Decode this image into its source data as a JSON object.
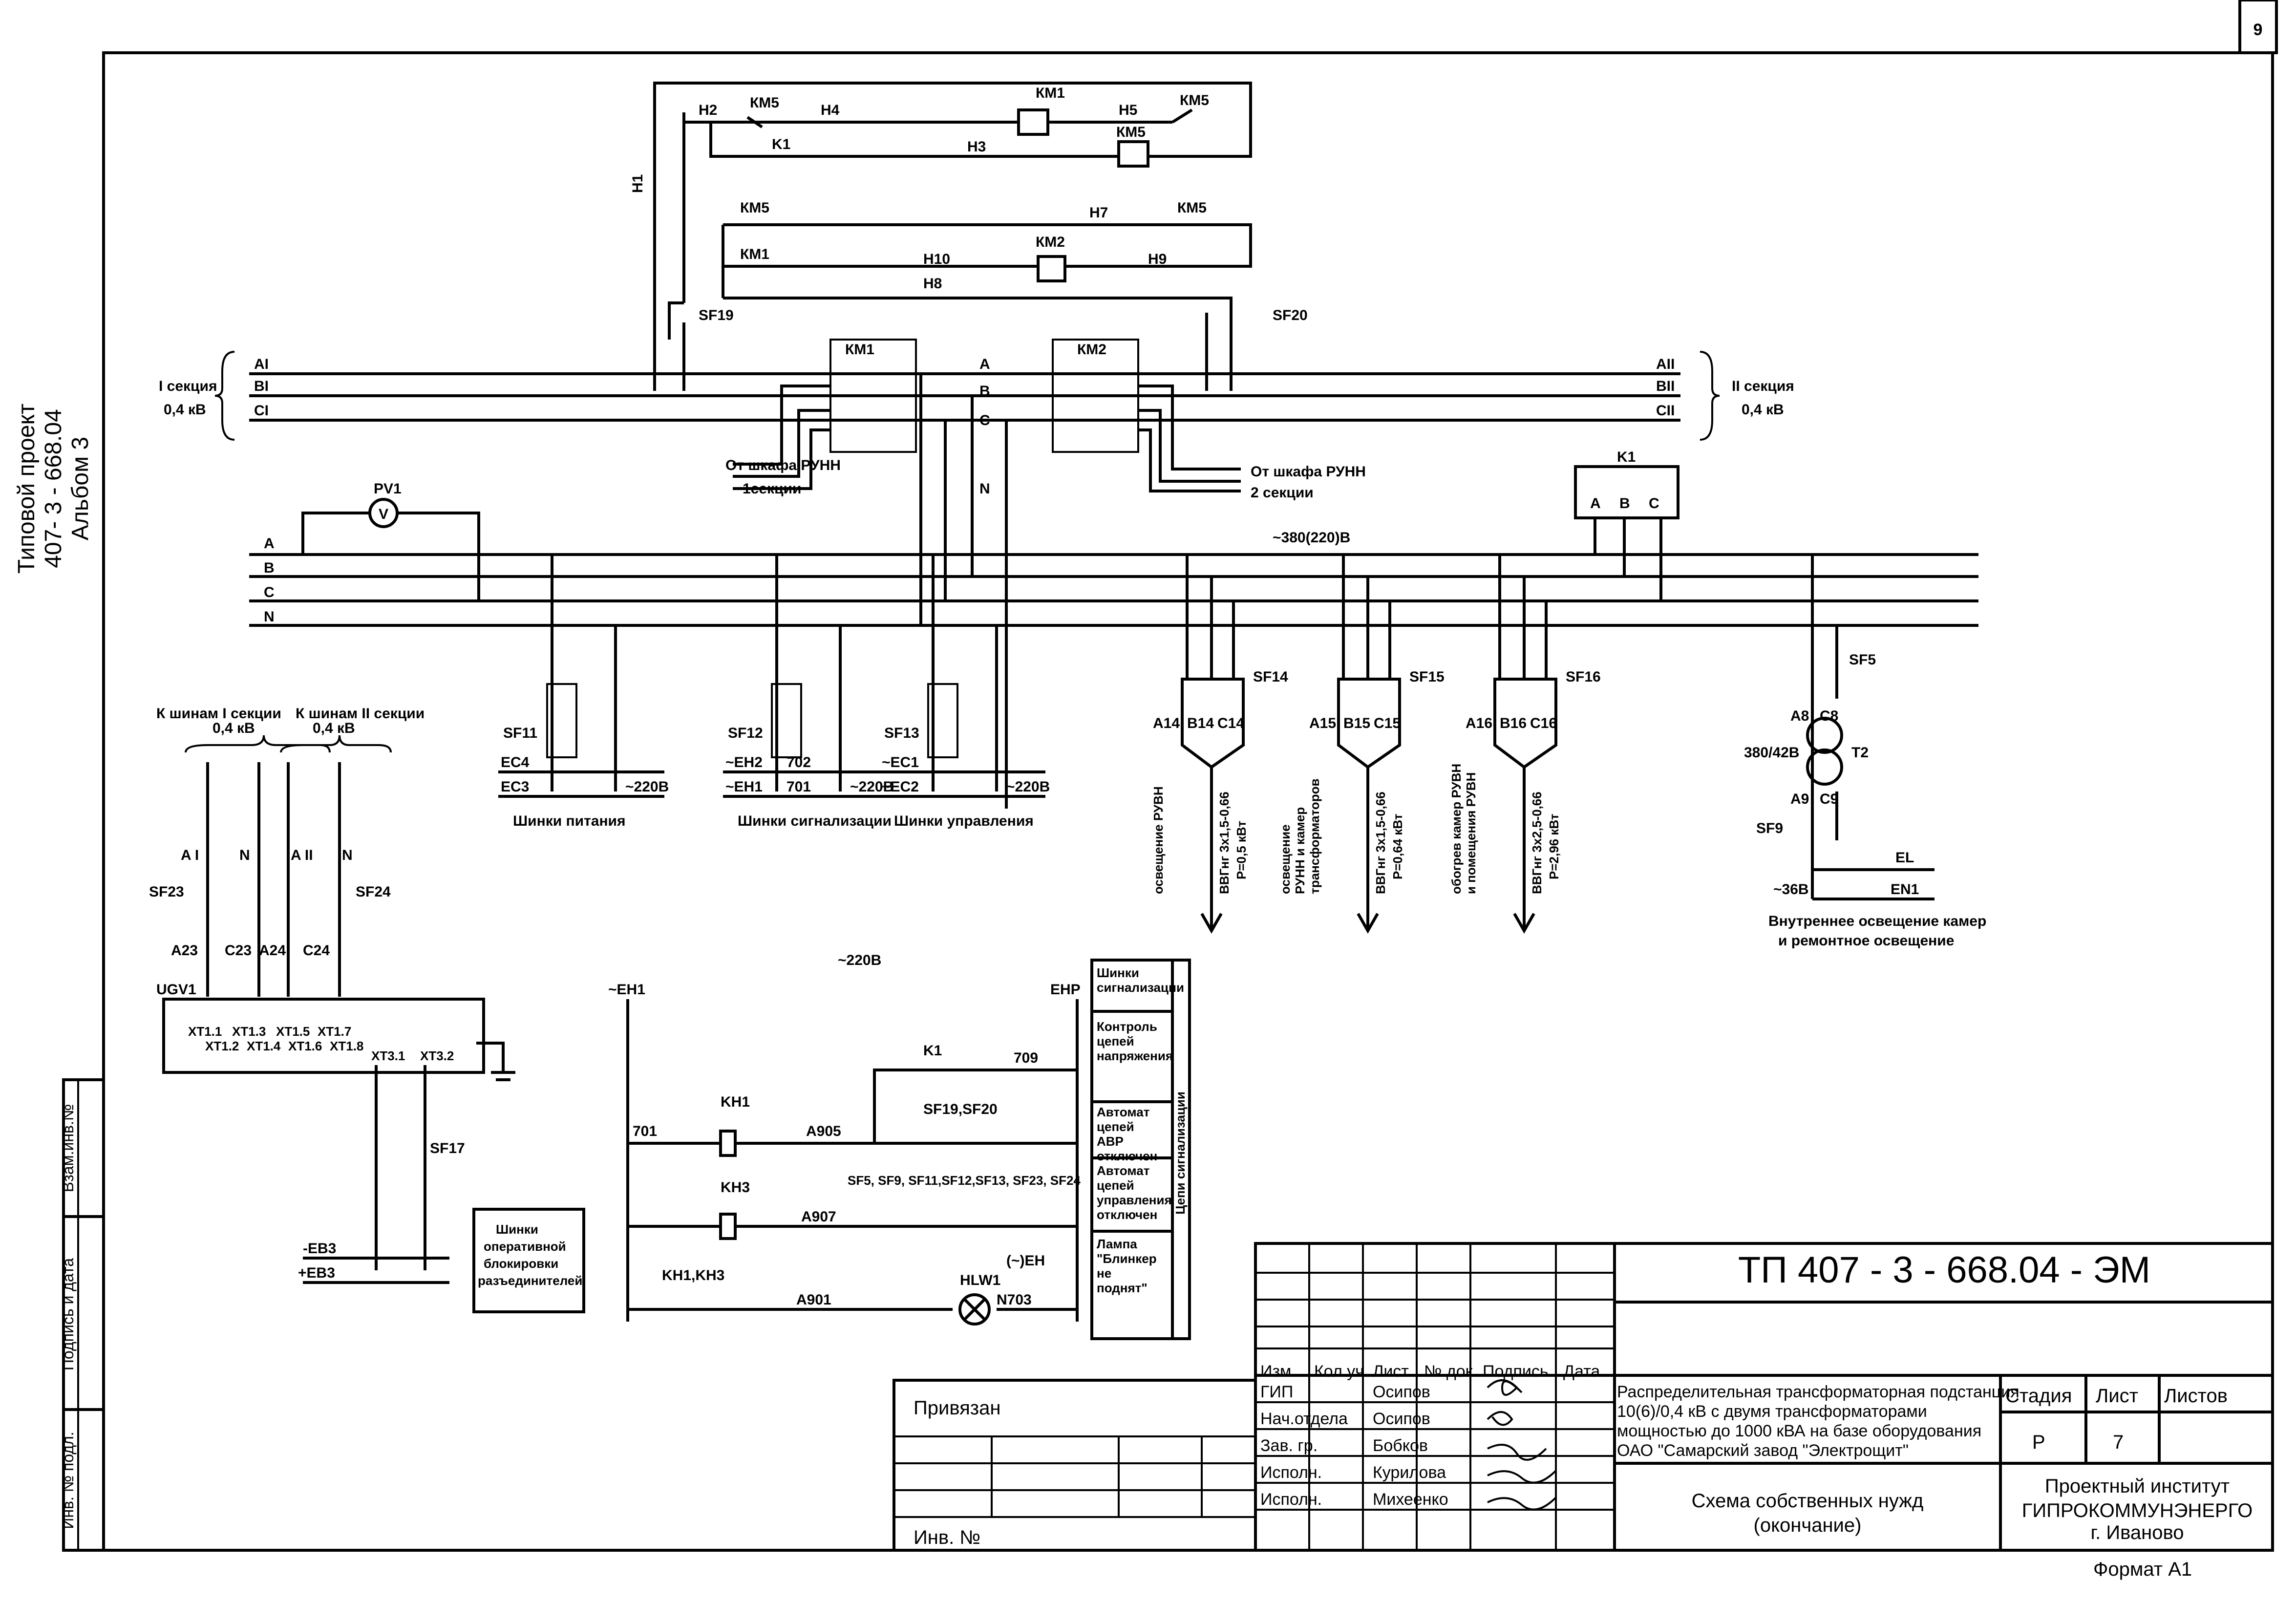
{
  "page_number": "9",
  "side_stamp": {
    "line1": "Типовой проект",
    "line2": "407- 3 - 668.04",
    "line3": "Альбом 3"
  },
  "left_strip": [
    "Взам.инв.№",
    "Подпись и дата",
    "Инв. № подл."
  ],
  "sections": {
    "left_title": "I секция",
    "left_voltage": "0,4 кВ",
    "right_title": "II секция",
    "right_voltage": "0,4 кВ",
    "left_phases": [
      "AI",
      "BI",
      "CI"
    ],
    "right_phases": [
      "AII",
      "BII",
      "CII"
    ],
    "from_left_1": "От шкафа РУНН",
    "from_left_2": "1секции",
    "from_right_1": "От шкафа РУНН",
    "from_right_2": "2 секции"
  },
  "control": {
    "chain_labels": [
      "H1",
      "H2",
      "H3",
      "H4",
      "H5",
      "H7",
      "H8",
      "H9",
      "H10"
    ],
    "km1": "КМ1",
    "km2": "КМ2",
    "km5": "КМ5",
    "k1": "K1",
    "sf19": "SF19",
    "sf20": "SF20"
  },
  "busbar": {
    "phases": [
      "A",
      "B",
      "C",
      "N"
    ],
    "voltage": "~380(220)B",
    "pv1": "PV1",
    "k1": "K1",
    "k1_terms": [
      "A",
      "B",
      "C"
    ],
    "mid_labels": [
      "A",
      "B",
      "C",
      "N"
    ]
  },
  "feeders": [
    {
      "sw": "SF14",
      "outs": [
        "A14",
        "B14",
        "C14"
      ],
      "desc1": "освещение РУВН",
      "desc2": "",
      "desc3": "",
      "cable": "ВВГнг 3х1,5-0,66",
      "power": "P=0,5 кВт"
    },
    {
      "sw": "SF15",
      "outs": [
        "A15",
        "B15",
        "C15"
      ],
      "desc1": "освещение",
      "desc2": "РУНН и камер",
      "desc3": "трансформаторов",
      "cable": "ВВГнг 3х1,5-0,66",
      "power": "P=0,64 кВт"
    },
    {
      "sw": "SF16",
      "outs": [
        "A16",
        "B16",
        "C16"
      ],
      "desc1": "обогрев камер РУВН",
      "desc2": "и помещения РУВН",
      "desc3": "",
      "cable": "ВВГнг 3х2,5-0,66",
      "power": "P=2,96 кВт"
    }
  ],
  "sf5_block": {
    "sw": "SF5",
    "a": "A8",
    "c": "C8",
    "tr_ratio": "380/42B",
    "tr": "T2",
    "a2": "A9",
    "c2": "C9",
    "sw2": "SF9",
    "el": "EL",
    "en1": "EN1",
    "v": "~36B",
    "caption1": "Внутреннее освещение камер",
    "caption2": "и ремонтное освещение"
  },
  "buses": [
    {
      "sw": "SF11",
      "l1": "EC4",
      "l2": "EC3",
      "v": "~220B",
      "caption": "Шинки питания"
    },
    {
      "sw": "SF12",
      "l1": "~EH2",
      "l1n": "702",
      "l2": "~EH1",
      "l2n": "701",
      "v": "~220B",
      "caption": "Шинки сигнализации"
    },
    {
      "sw": "SF13",
      "l1": "~EC1",
      "l2": "~EC2",
      "v": "~220B",
      "caption": "Шинки управления"
    }
  ],
  "ugv": {
    "head1": "К шинам I секции",
    "head1v": "0,4 кВ",
    "head2": "К шинам II секции",
    "head2v": "0,4 кВ",
    "ai": "A I",
    "n1": "N",
    "aii": "A II",
    "n2": "N",
    "sf23": "SF23",
    "sf24": "SF24",
    "wires": [
      "A23",
      "C23",
      "A24",
      "C24"
    ],
    "name": "UGV1",
    "terms": [
      "XT1.1",
      "XT1.2",
      "XT1.3",
      "XT1.4",
      "XT1.5",
      "XT1.6",
      "XT1.7",
      "XT1.8",
      "XT3.1",
      "XT3.2"
    ],
    "sf17": "SF17",
    "eb3m": "-EB3",
    "eb3p": "+EB3",
    "note": [
      "Шинки",
      "оперативной",
      "блокировки",
      "разъединителей"
    ]
  },
  "signal": {
    "v": "~220B",
    "eh1": "~EH1",
    "ehp": "EHP",
    "k1": "K1",
    "n709": "709",
    "n701": "701",
    "kh1": "KH1",
    "a905": "A905",
    "sf1920": "SF19,SF20",
    "kh3": "KH3",
    "a907": "A907",
    "sf_list": "SF5, SF9, SF11,SF12,SF13, SF23, SF24",
    "kh13": "KH1,KH3",
    "a901": "A901",
    "hlw1": "HLW1",
    "n703": "N703",
    "eh": "(~)EH"
  },
  "legend": {
    "items": [
      "Шинки сигнализации",
      "Контроль цепей напряжения",
      "Автомат цепей АВР отключен",
      "Автомат цепей управления отключен",
      "Лампа \"Блинкер не поднят\""
    ],
    "side": "Цепи сигнализации"
  },
  "title_block": {
    "code": "ТП 407 - 3 - 668.04 - ЭМ",
    "privyazan": "Привязан",
    "inv": "Инв. №",
    "headers": [
      "Изм.",
      "Кол.уч.",
      "Лист",
      "№ док.",
      "Подпись",
      "Дата"
    ],
    "roles": [
      "ГИП",
      "Нач.отдела",
      "Зав. гр.",
      "Исполн.",
      "Исполн."
    ],
    "names": [
      "Осипов",
      "Осипов",
      "Бобков",
      "Курилова",
      "Михеенко"
    ],
    "desc": [
      "Распределительная трансформаторная подстанция",
      "10(6)/0,4 кВ с двумя трансформаторами",
      "мощностью до 1000 кВА на базе оборудования",
      "ОАО \"Самарский завод \"Электрощит\""
    ],
    "sheet_name1": "Схема собственных нужд",
    "sheet_name2": "(окончание)",
    "stage_h": "Стадия",
    "sheet_h": "Лист",
    "sheets_h": "Листов",
    "stage": "Р",
    "sheet": "7",
    "org1": "Проектный институт",
    "org2": "ГИПРОКОММУНЭНЕРГО",
    "org3": "г. Иваново",
    "format": "Формат А1"
  }
}
